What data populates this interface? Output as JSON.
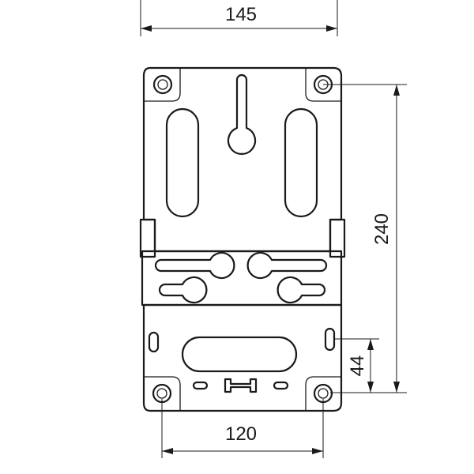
{
  "dimensions": {
    "top_width": "145",
    "height": "240",
    "slot_offset": "44",
    "bottom_hole_spacing": "120"
  }
}
